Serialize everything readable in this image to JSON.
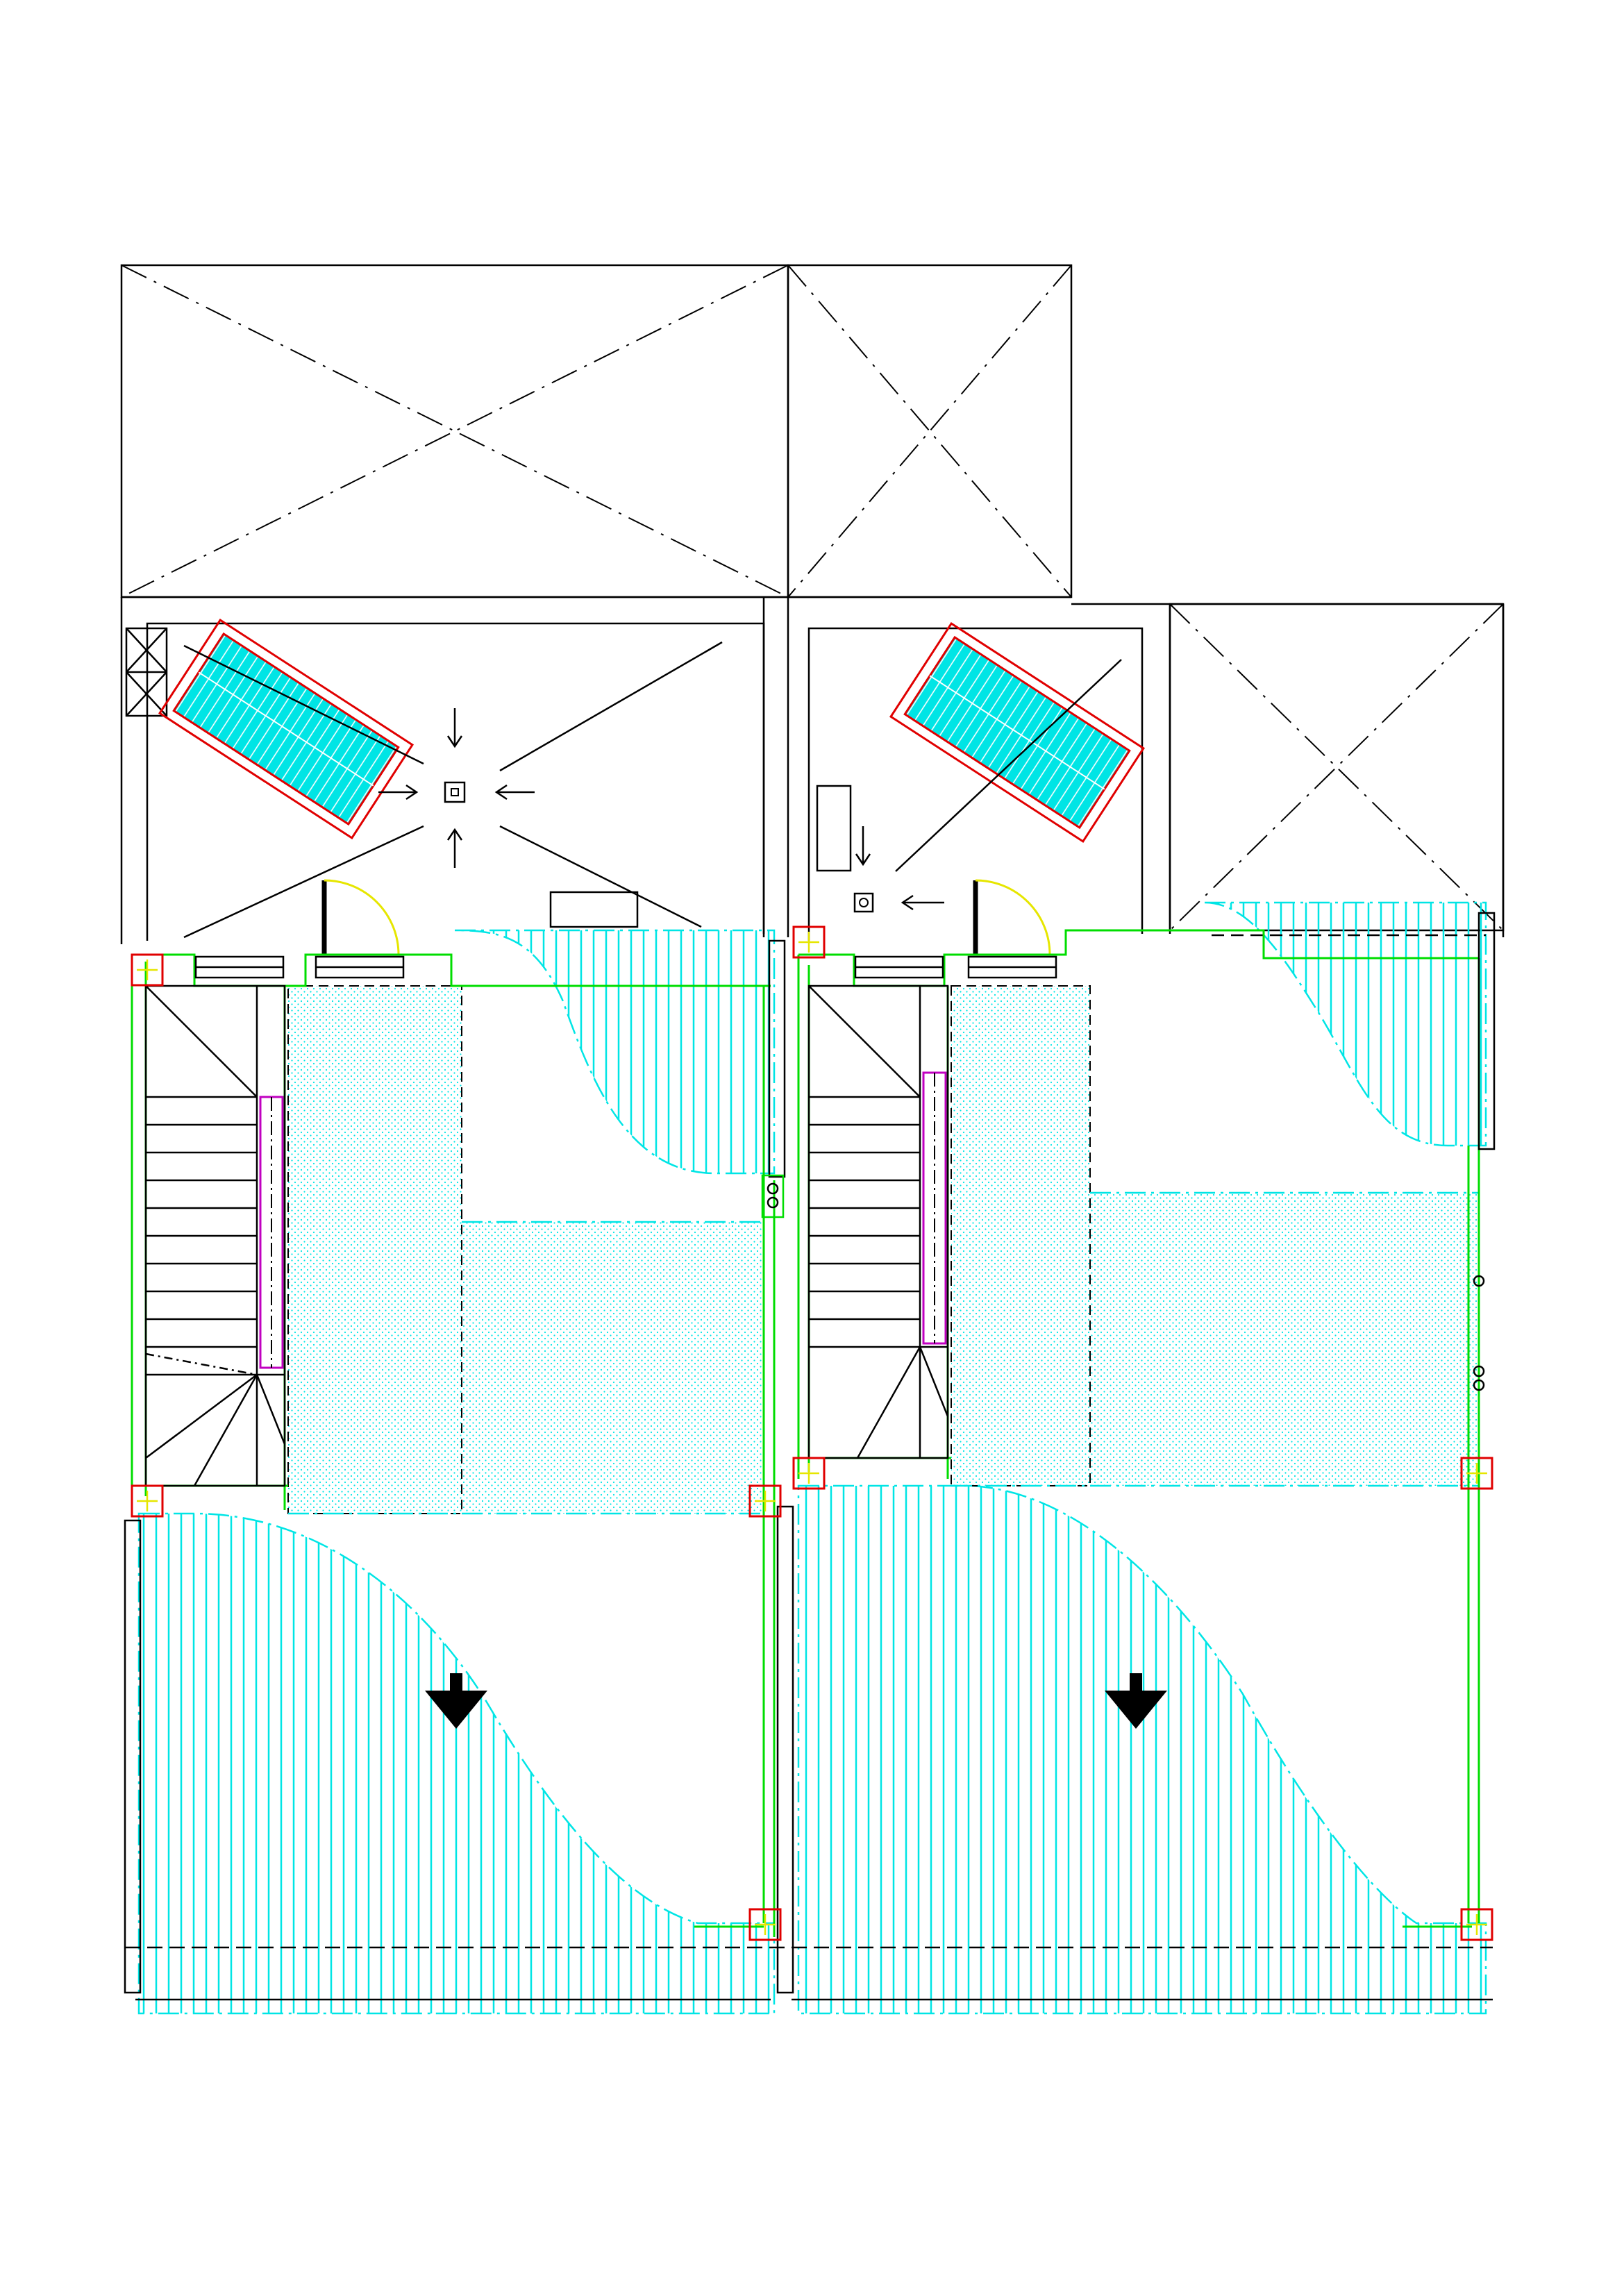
{
  "drawing": {
    "kind": "architectural roof / floor plan",
    "units": 2,
    "colors": {
      "background": "#ffffff",
      "outline": "#000000",
      "wall": "#00dd00",
      "hatch": "#00e5e5",
      "skylight_frame": "#e00000",
      "column_frame": "#e00000",
      "column_cross": "#e6e600",
      "door_swing": "#e6e600",
      "duct": "#c000c0"
    },
    "symbols": [
      "stair",
      "door",
      "skylight",
      "roof-drain",
      "column",
      "downpipe",
      "slope-arrow",
      "void-cross"
    ],
    "text_labels": []
  }
}
